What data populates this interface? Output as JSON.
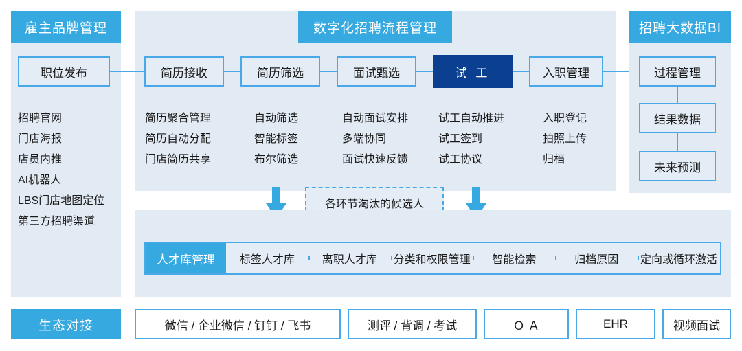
{
  "sections": {
    "employer_brand": {
      "title": "雇主品牌管理",
      "node": "职位发布",
      "bullets": [
        "招聘官网",
        "门店海报",
        "店员内推",
        "AI机器人",
        "LBS门店地图定位",
        "第三方招聘渠道"
      ]
    },
    "process": {
      "title": "数字化招聘流程管理",
      "stages": [
        {
          "node": "简历接收",
          "bullets": [
            "简历聚合管理",
            "简历自动分配",
            "门店简历共享"
          ],
          "highlight": false
        },
        {
          "node": "简历筛选",
          "bullets": [
            "自动筛选",
            "智能标签",
            "布尔筛选"
          ],
          "highlight": false
        },
        {
          "node": "面试甄选",
          "bullets": [
            "自动面试安排",
            "多端协同",
            "面试快速反馈"
          ],
          "highlight": false
        },
        {
          "node": "试 工",
          "bullets": [
            "试工自动推进",
            "试工签到",
            "试工协议"
          ],
          "highlight": true
        },
        {
          "node": "入职管理",
          "bullets": [
            "入职登记",
            "拍照上传",
            "归档"
          ],
          "highlight": false
        }
      ],
      "dropout_label": "各环节淘汰的候选人"
    },
    "bi": {
      "title": "招聘大数据BI",
      "nodes": [
        "过程管理",
        "结果数据",
        "未来预测"
      ]
    },
    "talent_pool": {
      "lead": "人才库管理",
      "items": [
        "标签人才库",
        "离职人才库",
        "分类和权限管理",
        "智能检索",
        "归档原因",
        "定向或循环激活"
      ]
    },
    "ecosystem": {
      "title": "生态对接",
      "items": [
        "微信 / 企业微信 / 钉钉 / 飞书",
        "测评 / 背调 / 考试",
        "Ｏ Ａ",
        "EHR",
        "视频面试"
      ]
    }
  },
  "icons": {
    "down_arrow_left": "down-arrow-icon",
    "down_arrow_right": "down-arrow-icon"
  },
  "colors": {
    "brand_blue": "#36a9e1",
    "line_blue": "#49a9e8",
    "panel_bg": "#e2ebf4",
    "highlight_navy": "#0b3f8f",
    "white": "#ffffff"
  }
}
